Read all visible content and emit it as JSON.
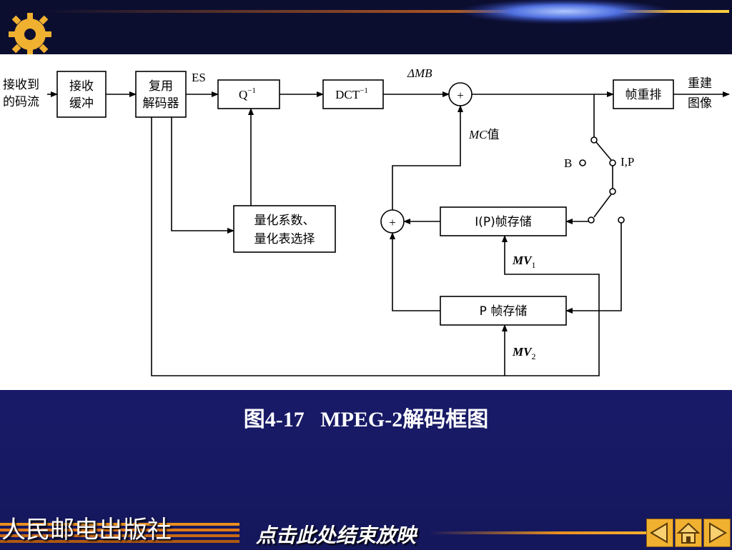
{
  "diagram": {
    "input_label": [
      "接收到",
      "的码流"
    ],
    "blocks": {
      "rx_buffer": [
        "接收",
        "缓冲"
      ],
      "demux": [
        "复用",
        "解码器"
      ],
      "iq": "Q",
      "iq_sup": "−1",
      "idct": "DCT",
      "idct_sup": "−1",
      "reorder": "帧重排",
      "quant_info": [
        "量化系数、",
        "量化表选择"
      ],
      "ip_store": "I(P)帧存储",
      "p_store": "P 帧存储"
    },
    "labels": {
      "es": "ES",
      "delta_mb": "ΔMB",
      "mc_value_italic": "MC",
      "mc_value_suffix": "值",
      "output": [
        "重建",
        "图像"
      ],
      "switch_b": "B",
      "switch_ip": "I,P",
      "mv1_main": "MV",
      "mv1_sub": "1",
      "mv2_main": "MV",
      "mv2_sub": "2",
      "adder1": "+",
      "adder2": "+"
    }
  },
  "caption": "图4-17   MPEG-2解码框图",
  "footer": {
    "publisher": "人民邮电出版社",
    "end_show": "点击此处结束放映"
  },
  "colors": {
    "background": "#14165a",
    "accent": "#f0b030",
    "panel": "#ffffff"
  },
  "icons": [
    "gear-logo-icon",
    "prev-arrow-icon",
    "home-icon",
    "next-arrow-icon"
  ]
}
